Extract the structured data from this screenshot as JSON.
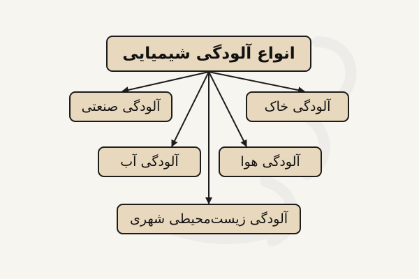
{
  "diagram": {
    "root": {
      "label": "انواع آلودگی شیمیایی"
    },
    "children": [
      {
        "label": "آلودگی صنعتی"
      },
      {
        "label": "آلودگی خاک"
      },
      {
        "label": "آلودگی آب"
      },
      {
        "label": "آلودگی هوا"
      },
      {
        "label": "آلودگی زیست‌محیطی شهری"
      }
    ]
  },
  "colors": {
    "background": "#f7f5f0",
    "box_fill": "#e8d8bd",
    "box_border": "#1c1c1c",
    "arrow": "#1c1c1c"
  }
}
